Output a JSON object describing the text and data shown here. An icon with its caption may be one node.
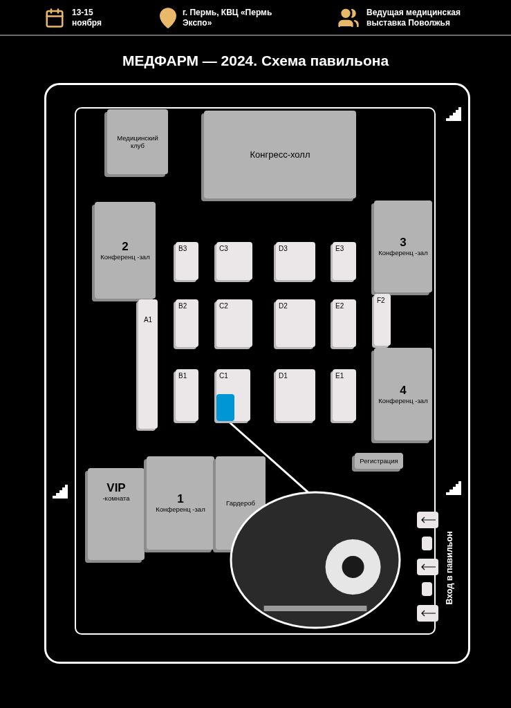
{
  "diagram": {
    "title": "МЕДФАРМ — 2024. Схема павильона",
    "nodes": [
      {
        "text": [
          "Медицинский клуб"
        ]
      },
      {
        "text": [
          "Конгресс-холл"
        ]
      },
      {
        "text": [
          "2",
          "Конференц -зал"
        ]
      },
      {
        "text": [
          "B3"
        ]
      },
      {
        "text": [
          "C3"
        ]
      },
      {
        "text": [
          "D3"
        ]
      },
      {
        "text": [
          "E3"
        ]
      },
      {
        "text": [
          "3",
          "Конференц -зал"
        ]
      },
      {
        "text": [
          "A1"
        ]
      },
      {
        "text": [
          "B2"
        ]
      },
      {
        "text": [
          "C2"
        ]
      },
      {
        "text": [
          "D2"
        ]
      },
      {
        "text": [
          "E2"
        ]
      },
      {
        "text": [
          "F2"
        ]
      },
      {
        "text": [
          "B1"
        ]
      },
      {
        "text": [
          "C1"
        ]
      },
      {
        "text": [],
        "shape": "box",
        "in": 15
      },
      {
        "text": [
          "D1"
        ]
      },
      {
        "text": [
          "E1"
        ]
      },
      {
        "text": [
          "4",
          "Конференц -зал"
        ]
      },
      {
        "text": [
          "Регистрация"
        ]
      },
      {
        "text": [
          "VIP",
          "-комната"
        ]
      },
      {
        "text": [
          "1",
          "Конференц -зал"
        ]
      },
      {
        "text": [
          "Гардероб"
        ]
      },
      {
        "text": [],
        "shape": "picture"
      }
    ],
    "edges": [
      {
        "from": 16,
        "to": 24,
        "arrow": "none"
      }
    ],
    "labels": [
      "13-15 ноября",
      "г. Пермь, КВЦ «Пермь Экспо»",
      "Ведущая медицинская выставка Поволжья",
      "Вход в павильон"
    ]
  }
}
